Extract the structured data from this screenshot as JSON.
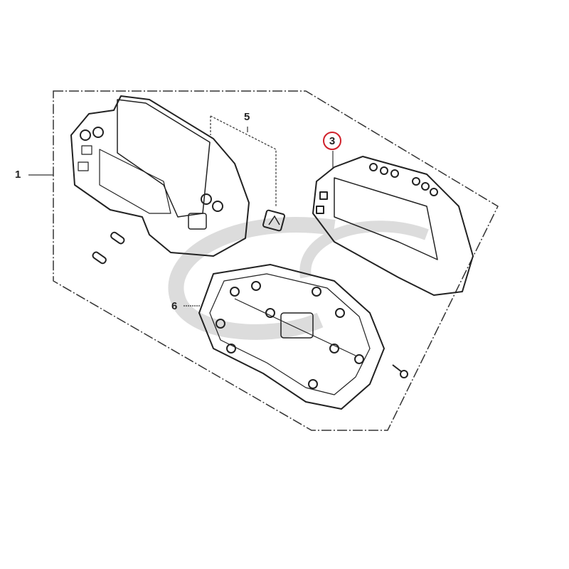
{
  "diagram": {
    "type": "exploded-parts-diagram",
    "subject": "meter assembly",
    "callouts": [
      {
        "id": "1",
        "label": "1",
        "highlighted": false
      },
      {
        "id": "3",
        "label": "3",
        "highlighted": true
      },
      {
        "id": "5",
        "label": "5",
        "highlighted": false
      },
      {
        "id": "6",
        "label": "6",
        "highlighted": false
      }
    ],
    "parts": [
      {
        "callout": "1",
        "name": "meter case upper (outer cover with lens)"
      },
      {
        "callout": "3",
        "name": "meter display unit / LCD panel"
      },
      {
        "callout": "5",
        "name": "emblem / badge"
      },
      {
        "callout": "6",
        "name": "meter case lower (rear housing)"
      },
      {
        "callout": "",
        "name": "bulbs (x2)"
      },
      {
        "callout": "",
        "name": "tapping screw"
      }
    ],
    "colors": {
      "line": "#222222",
      "highlight_circle": "#d0202a",
      "watermark": "#d9d9d9",
      "background": "#ffffff"
    }
  }
}
